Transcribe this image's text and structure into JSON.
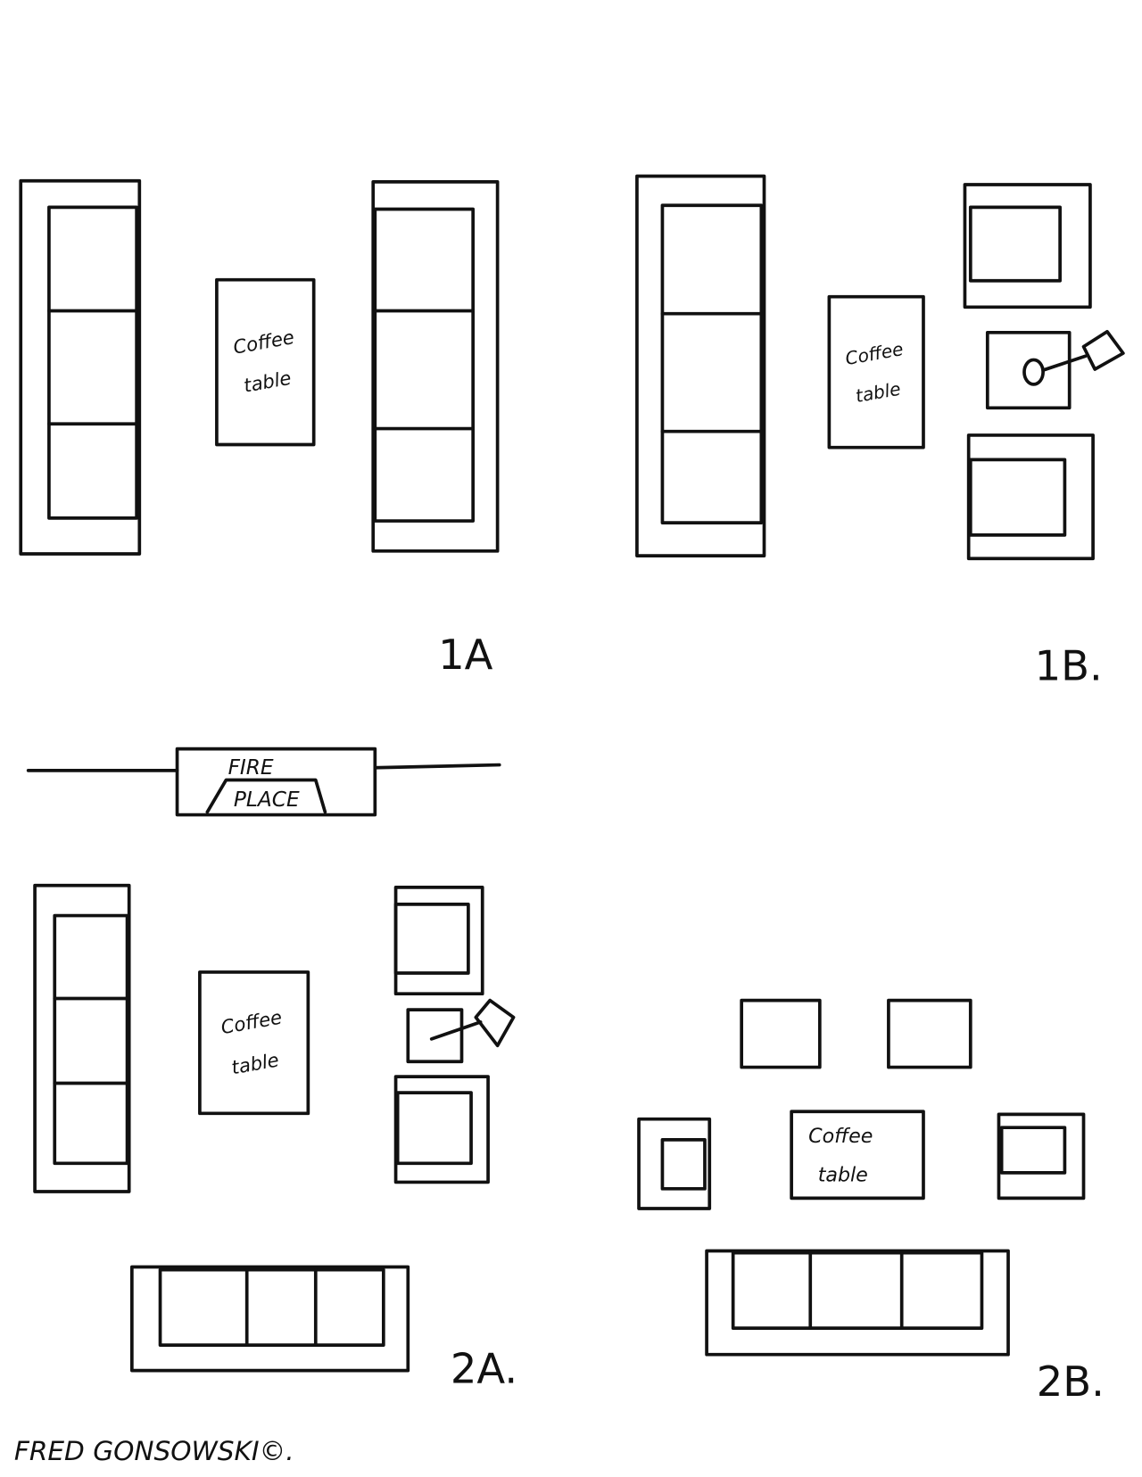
{
  "layouts": {
    "l1a": {
      "label": "1A"
    },
    "l1b": {
      "label": "1B."
    },
    "l2a": {
      "label": "2A."
    },
    "l2b": {
      "label": "2B."
    }
  },
  "furniture": {
    "coffee_table_line1": "Coffee",
    "coffee_table_line2": "table",
    "fireplace_line1": "FIRE",
    "fireplace_line2": "PLACE"
  },
  "signature": "FRED GONSOWSKI©."
}
